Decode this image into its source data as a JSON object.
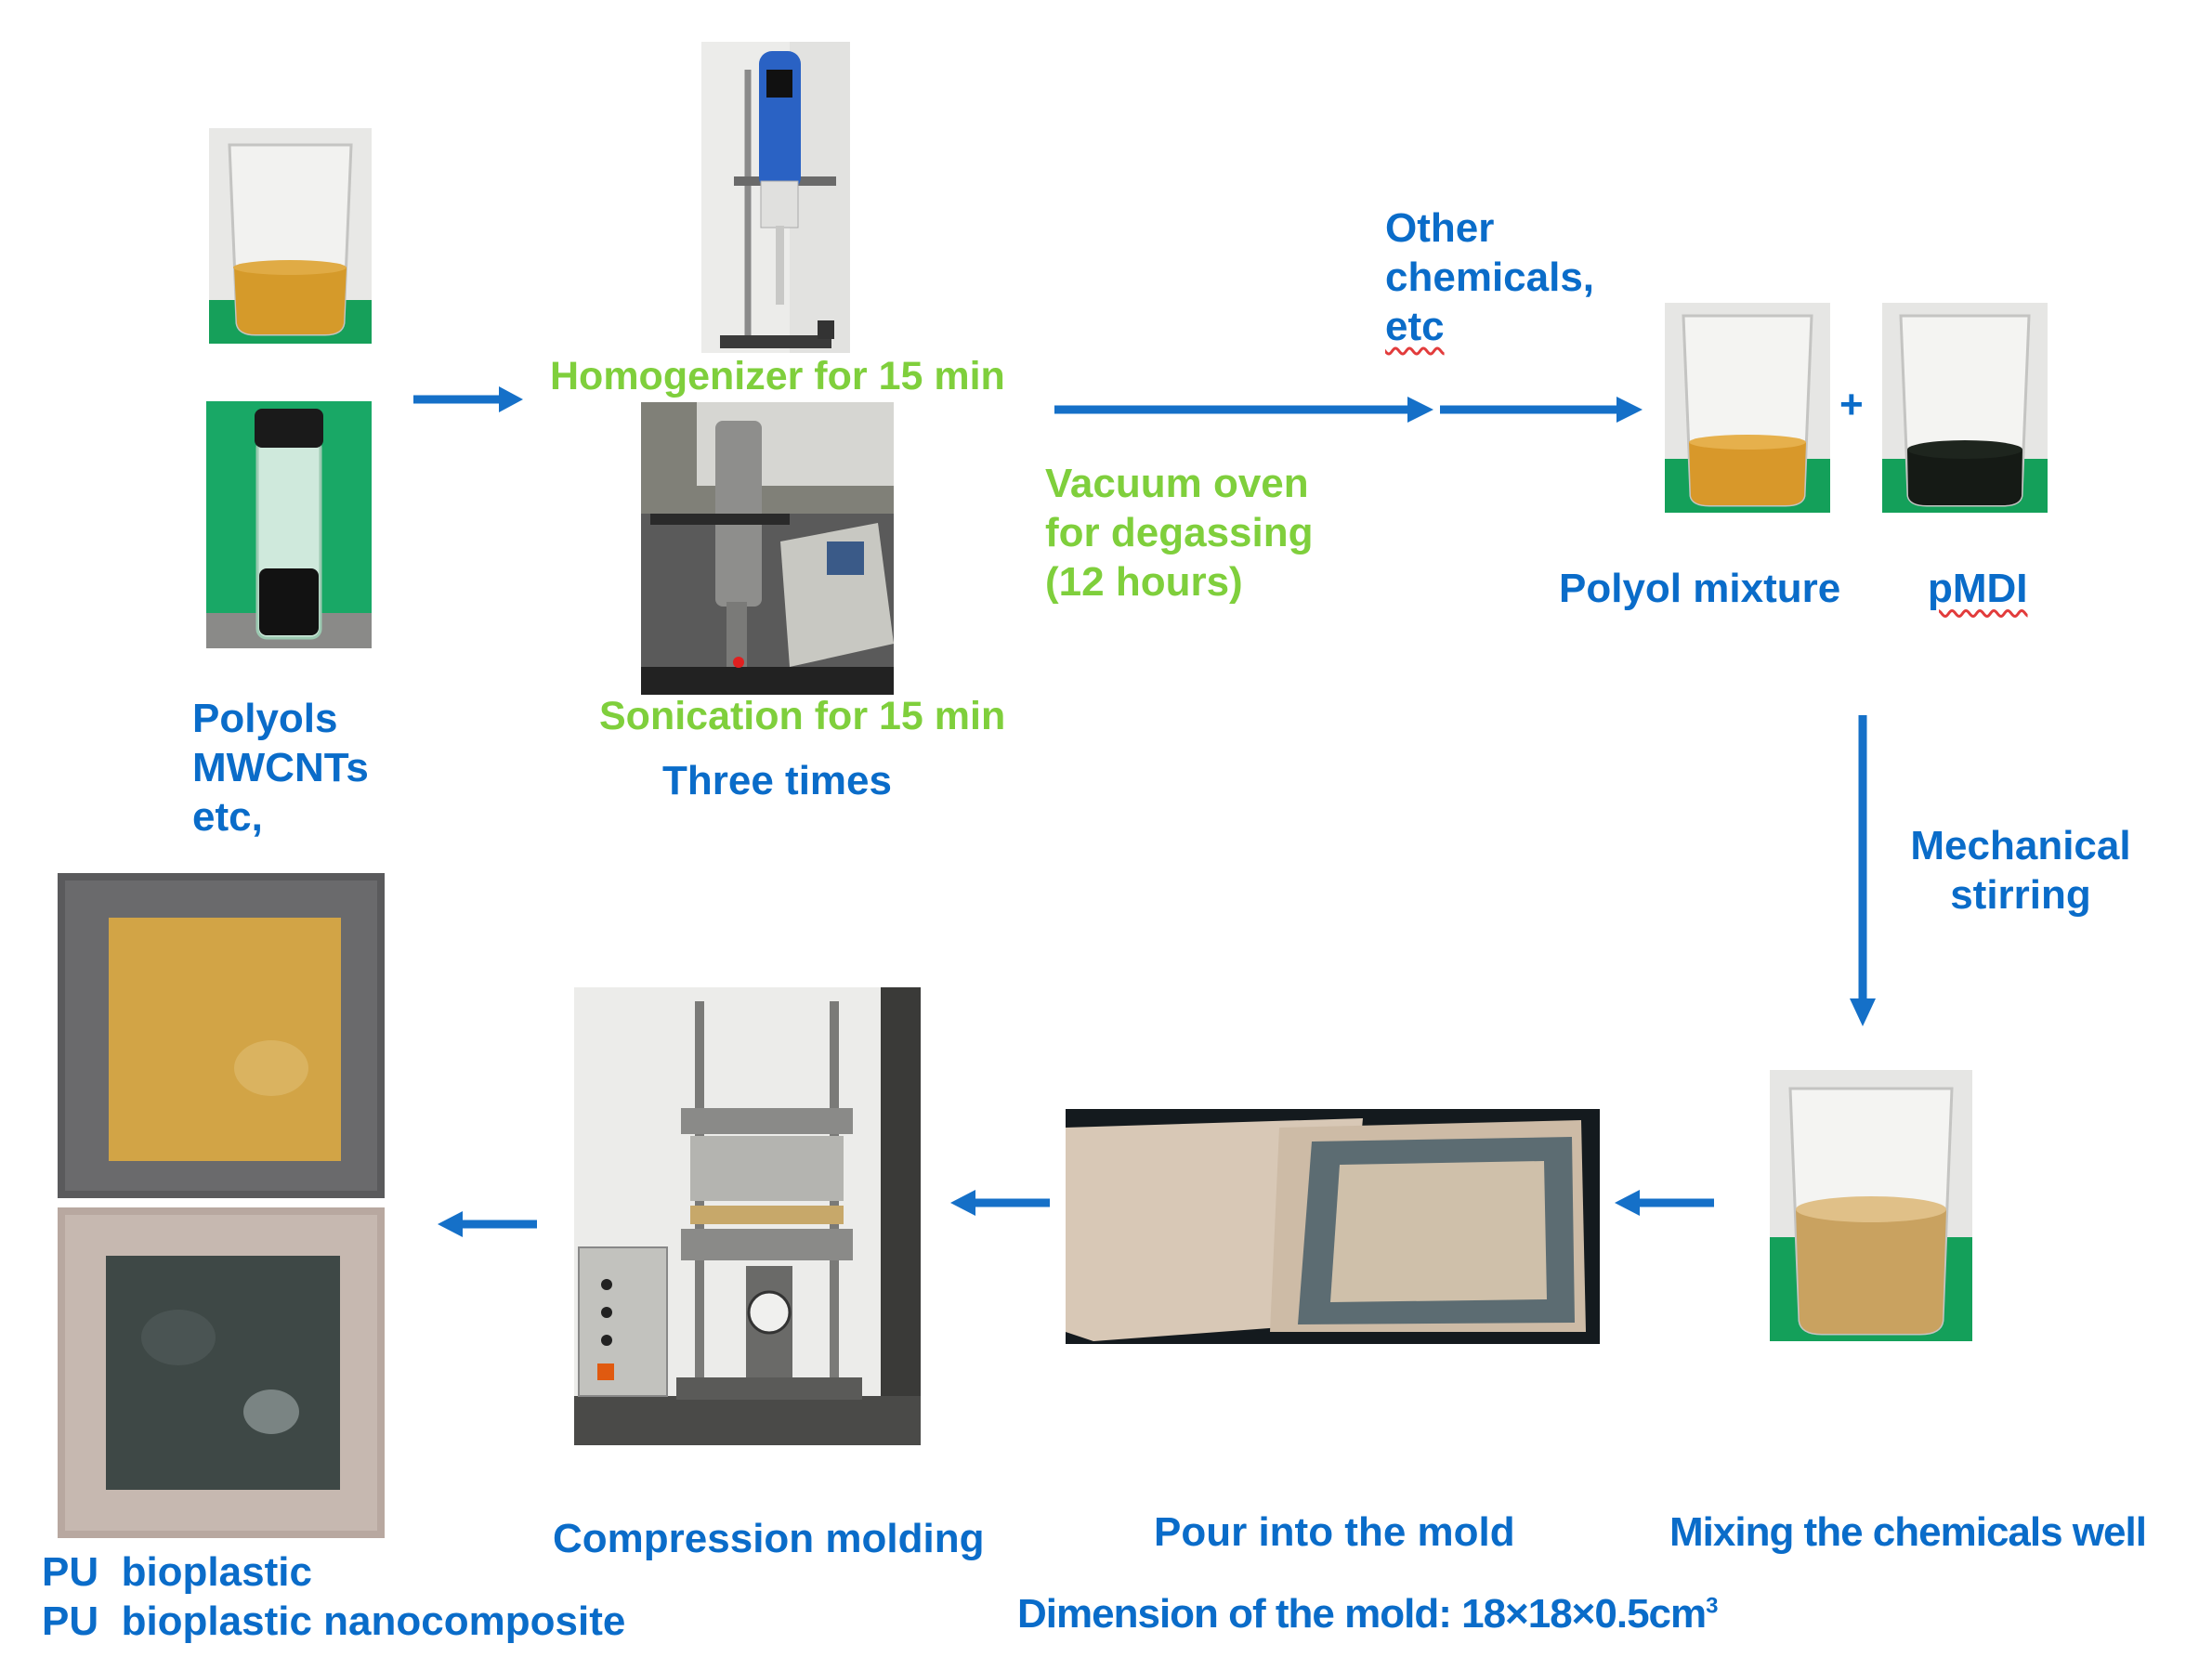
{
  "labels": {
    "polyols": "Polyols",
    "mwcnts": "MWCNTs",
    "etc_comma": "etc,",
    "homogenizer": "Homogenizer for 15 min",
    "sonication": "Sonication for 15 min",
    "three_times": "Three times",
    "vacuum_l1": "Vacuum oven",
    "vacuum_l2": "for degassing",
    "vacuum_l3": "(12 hours)",
    "other_l1": "Other",
    "other_l2": "chemicals,",
    "other_l3": "etc",
    "plus": "+",
    "polyol_mixture": "Polyol mixture",
    "pmdi": "pMDI",
    "mech_l1": "Mechanical",
    "mech_l2": "stirring",
    "mixing": "Mixing the chemicals well",
    "pour": "Pour into the mold",
    "dimension_prefix": "Dimension of the mold: 18×18×0.5cm",
    "dimension_sup": "3",
    "compression": "Compression molding",
    "pu_bioplastic": "PU  bioplastic",
    "pu_nano": "PU  bioplastic nanocomposite"
  },
  "colors": {
    "blue_text": "#0a6cc9",
    "green_text": "#7fcf3c",
    "arrow": "#1570c8"
  }
}
